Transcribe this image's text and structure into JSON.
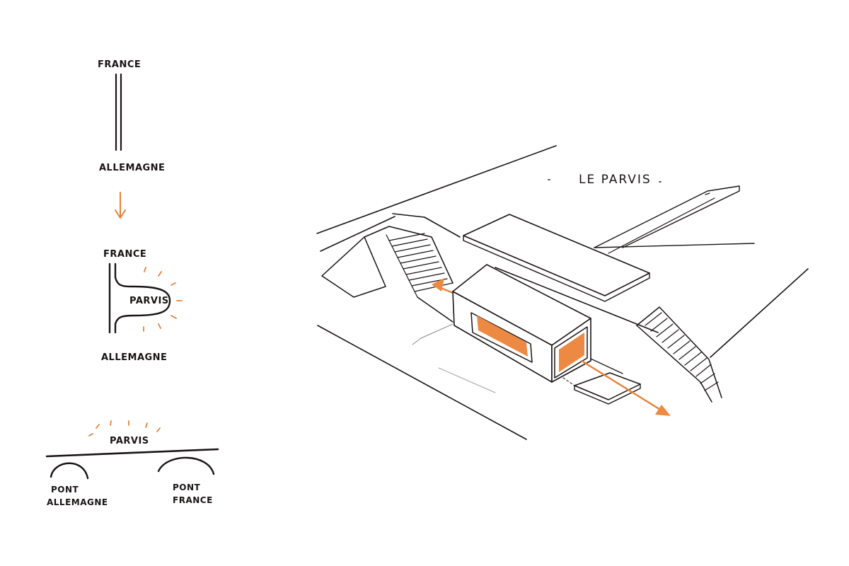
{
  "colors": {
    "ink": "#1a1414",
    "accent": "#e8813a",
    "background": "#ffffff"
  },
  "diagram1": {
    "top": "FRANCE",
    "bottom": "ALLEMAGNE"
  },
  "diagram2": {
    "top": "FRANCE",
    "center": "PARVIS",
    "bottom": "ALLEMAGNE"
  },
  "diagram3": {
    "center": "PARVIS",
    "left_line1": "PONT",
    "left_line2": "ALLEMAGNE",
    "right_line1": "PONT",
    "right_line2": "FRANCE"
  },
  "perspective": {
    "title": "LE PARVIS"
  }
}
